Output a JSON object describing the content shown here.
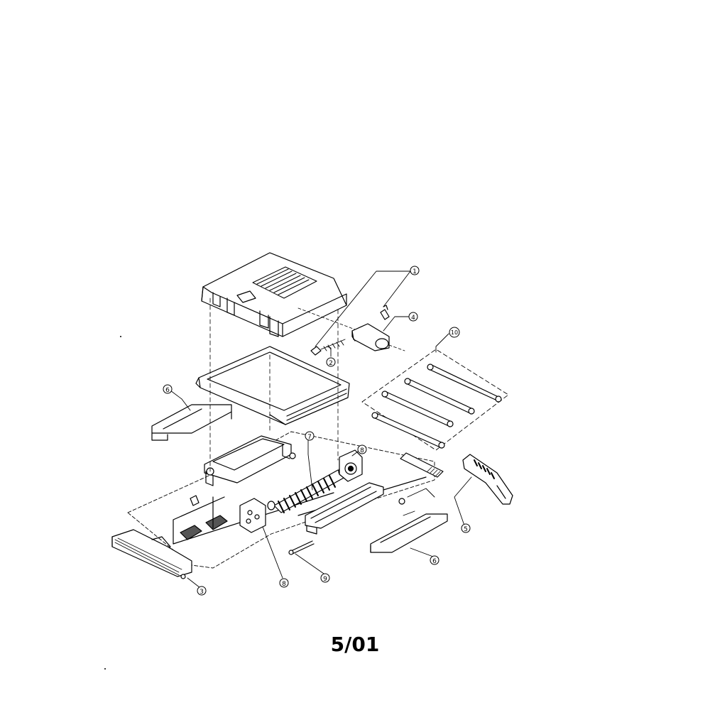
{
  "diagram": {
    "date_code": "5/01",
    "callouts": [
      {
        "id": "callout-1",
        "label": "1"
      },
      {
        "id": "callout-2",
        "label": "2"
      },
      {
        "id": "callout-3",
        "label": "3"
      },
      {
        "id": "callout-4",
        "label": "4"
      },
      {
        "id": "callout-5",
        "label": "5"
      },
      {
        "id": "callout-6a",
        "label": "6"
      },
      {
        "id": "callout-6b",
        "label": "6"
      },
      {
        "id": "callout-7",
        "label": "7"
      },
      {
        "id": "callout-8a",
        "label": "8"
      },
      {
        "id": "callout-8b",
        "label": "8"
      },
      {
        "id": "callout-9",
        "label": "9"
      },
      {
        "id": "callout-10",
        "label": "10"
      }
    ]
  },
  "colors": {
    "ink": "#000000",
    "paper": "#ffffff",
    "shade": "#555555"
  }
}
